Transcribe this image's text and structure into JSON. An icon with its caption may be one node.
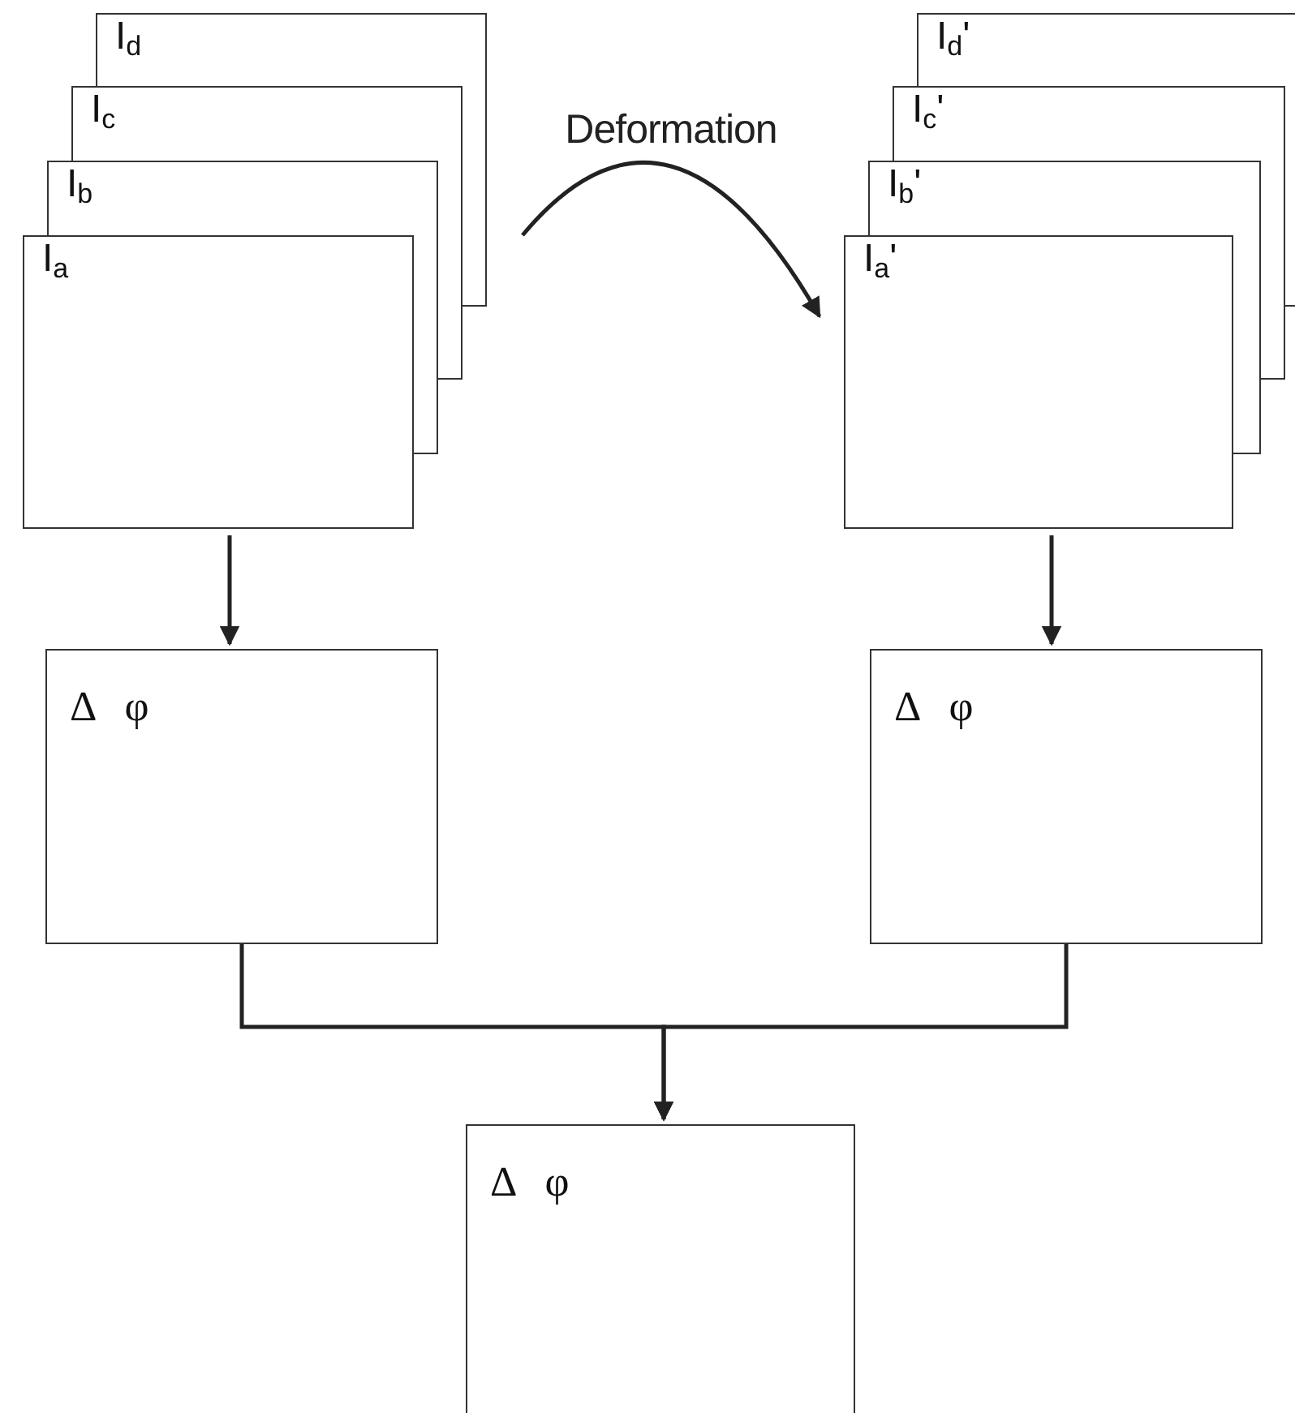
{
  "diagram": {
    "nodes": [
      {
        "text": [
          "I$_{d}$"
        ]
      },
      {
        "text": [
          "I$_{c}$"
        ]
      },
      {
        "text": [
          "I$_{b}$"
        ]
      },
      {
        "text": [
          "I$_{a}$"
        ]
      },
      {
        "text": [
          "I$_{d}$'"
        ]
      },
      {
        "text": [
          "I$_{c}$'"
        ]
      },
      {
        "text": [
          "I$_{b}$'"
        ]
      },
      {
        "text": [
          "I$_{a}$'"
        ]
      },
      {
        "text": [
          "Δ φ"
        ]
      },
      {
        "text": [
          "Δ φ"
        ]
      },
      {
        "text": [
          "Δ φ"
        ]
      }
    ],
    "edges": [
      {
        "from": null,
        "to": 7,
        "arrow": "to",
        "label": "Deformation"
      },
      {
        "from": 3,
        "to": 8,
        "arrow": "to"
      },
      {
        "from": 7,
        "to": 9,
        "arrow": "to"
      },
      {
        "from": 8,
        "to": 10,
        "arrow": "to"
      },
      {
        "from": 9,
        "to": 10,
        "arrow": "to"
      }
    ]
  }
}
